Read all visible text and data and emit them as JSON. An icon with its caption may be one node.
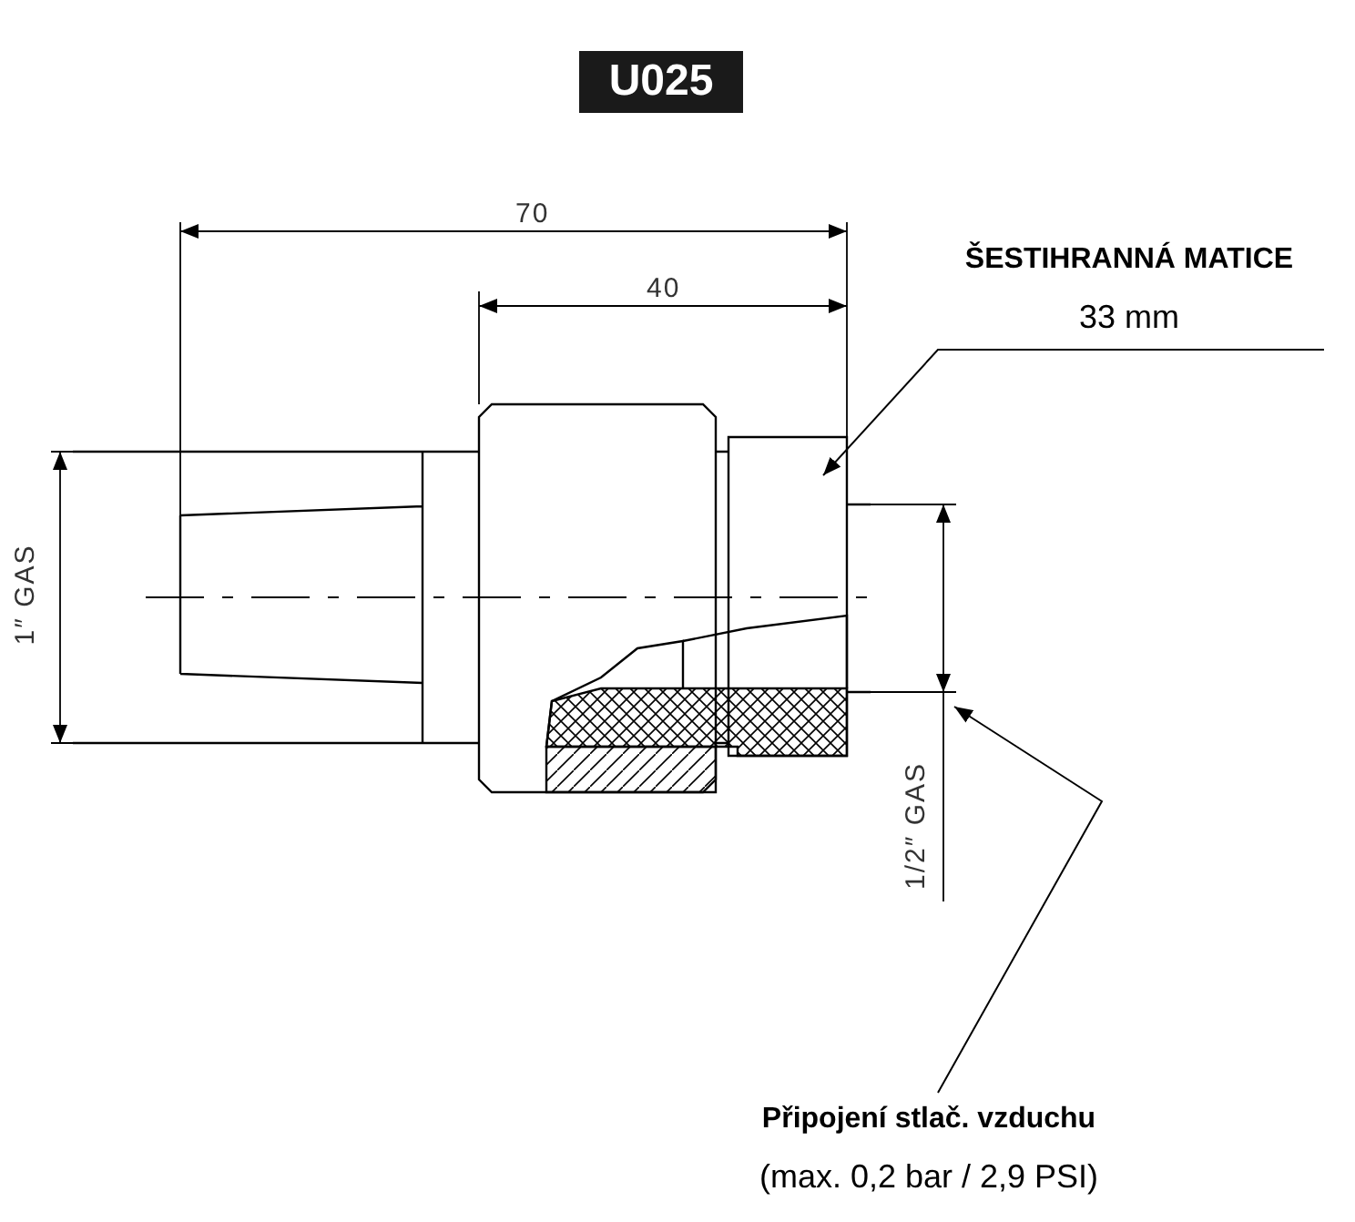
{
  "diagram": {
    "title": "U025",
    "nodes": [
      {
        "text": [
          "ŠESTIHRANNÁ MATICE",
          "33 mm"
        ]
      },
      {
        "text": [],
        "shape": "picture"
      },
      {
        "text": [
          "Připojení stlač. vzduchu",
          "(max. 0,2 bar / 2,9 PSI)"
        ]
      }
    ],
    "edges": [
      {
        "from": 0,
        "to": 1,
        "arrow": "to"
      },
      {
        "from": 2,
        "to": null,
        "arrow": "to"
      }
    ],
    "labels": [
      "70",
      "40",
      "1″ GAS",
      "1/2″ GAS"
    ]
  }
}
